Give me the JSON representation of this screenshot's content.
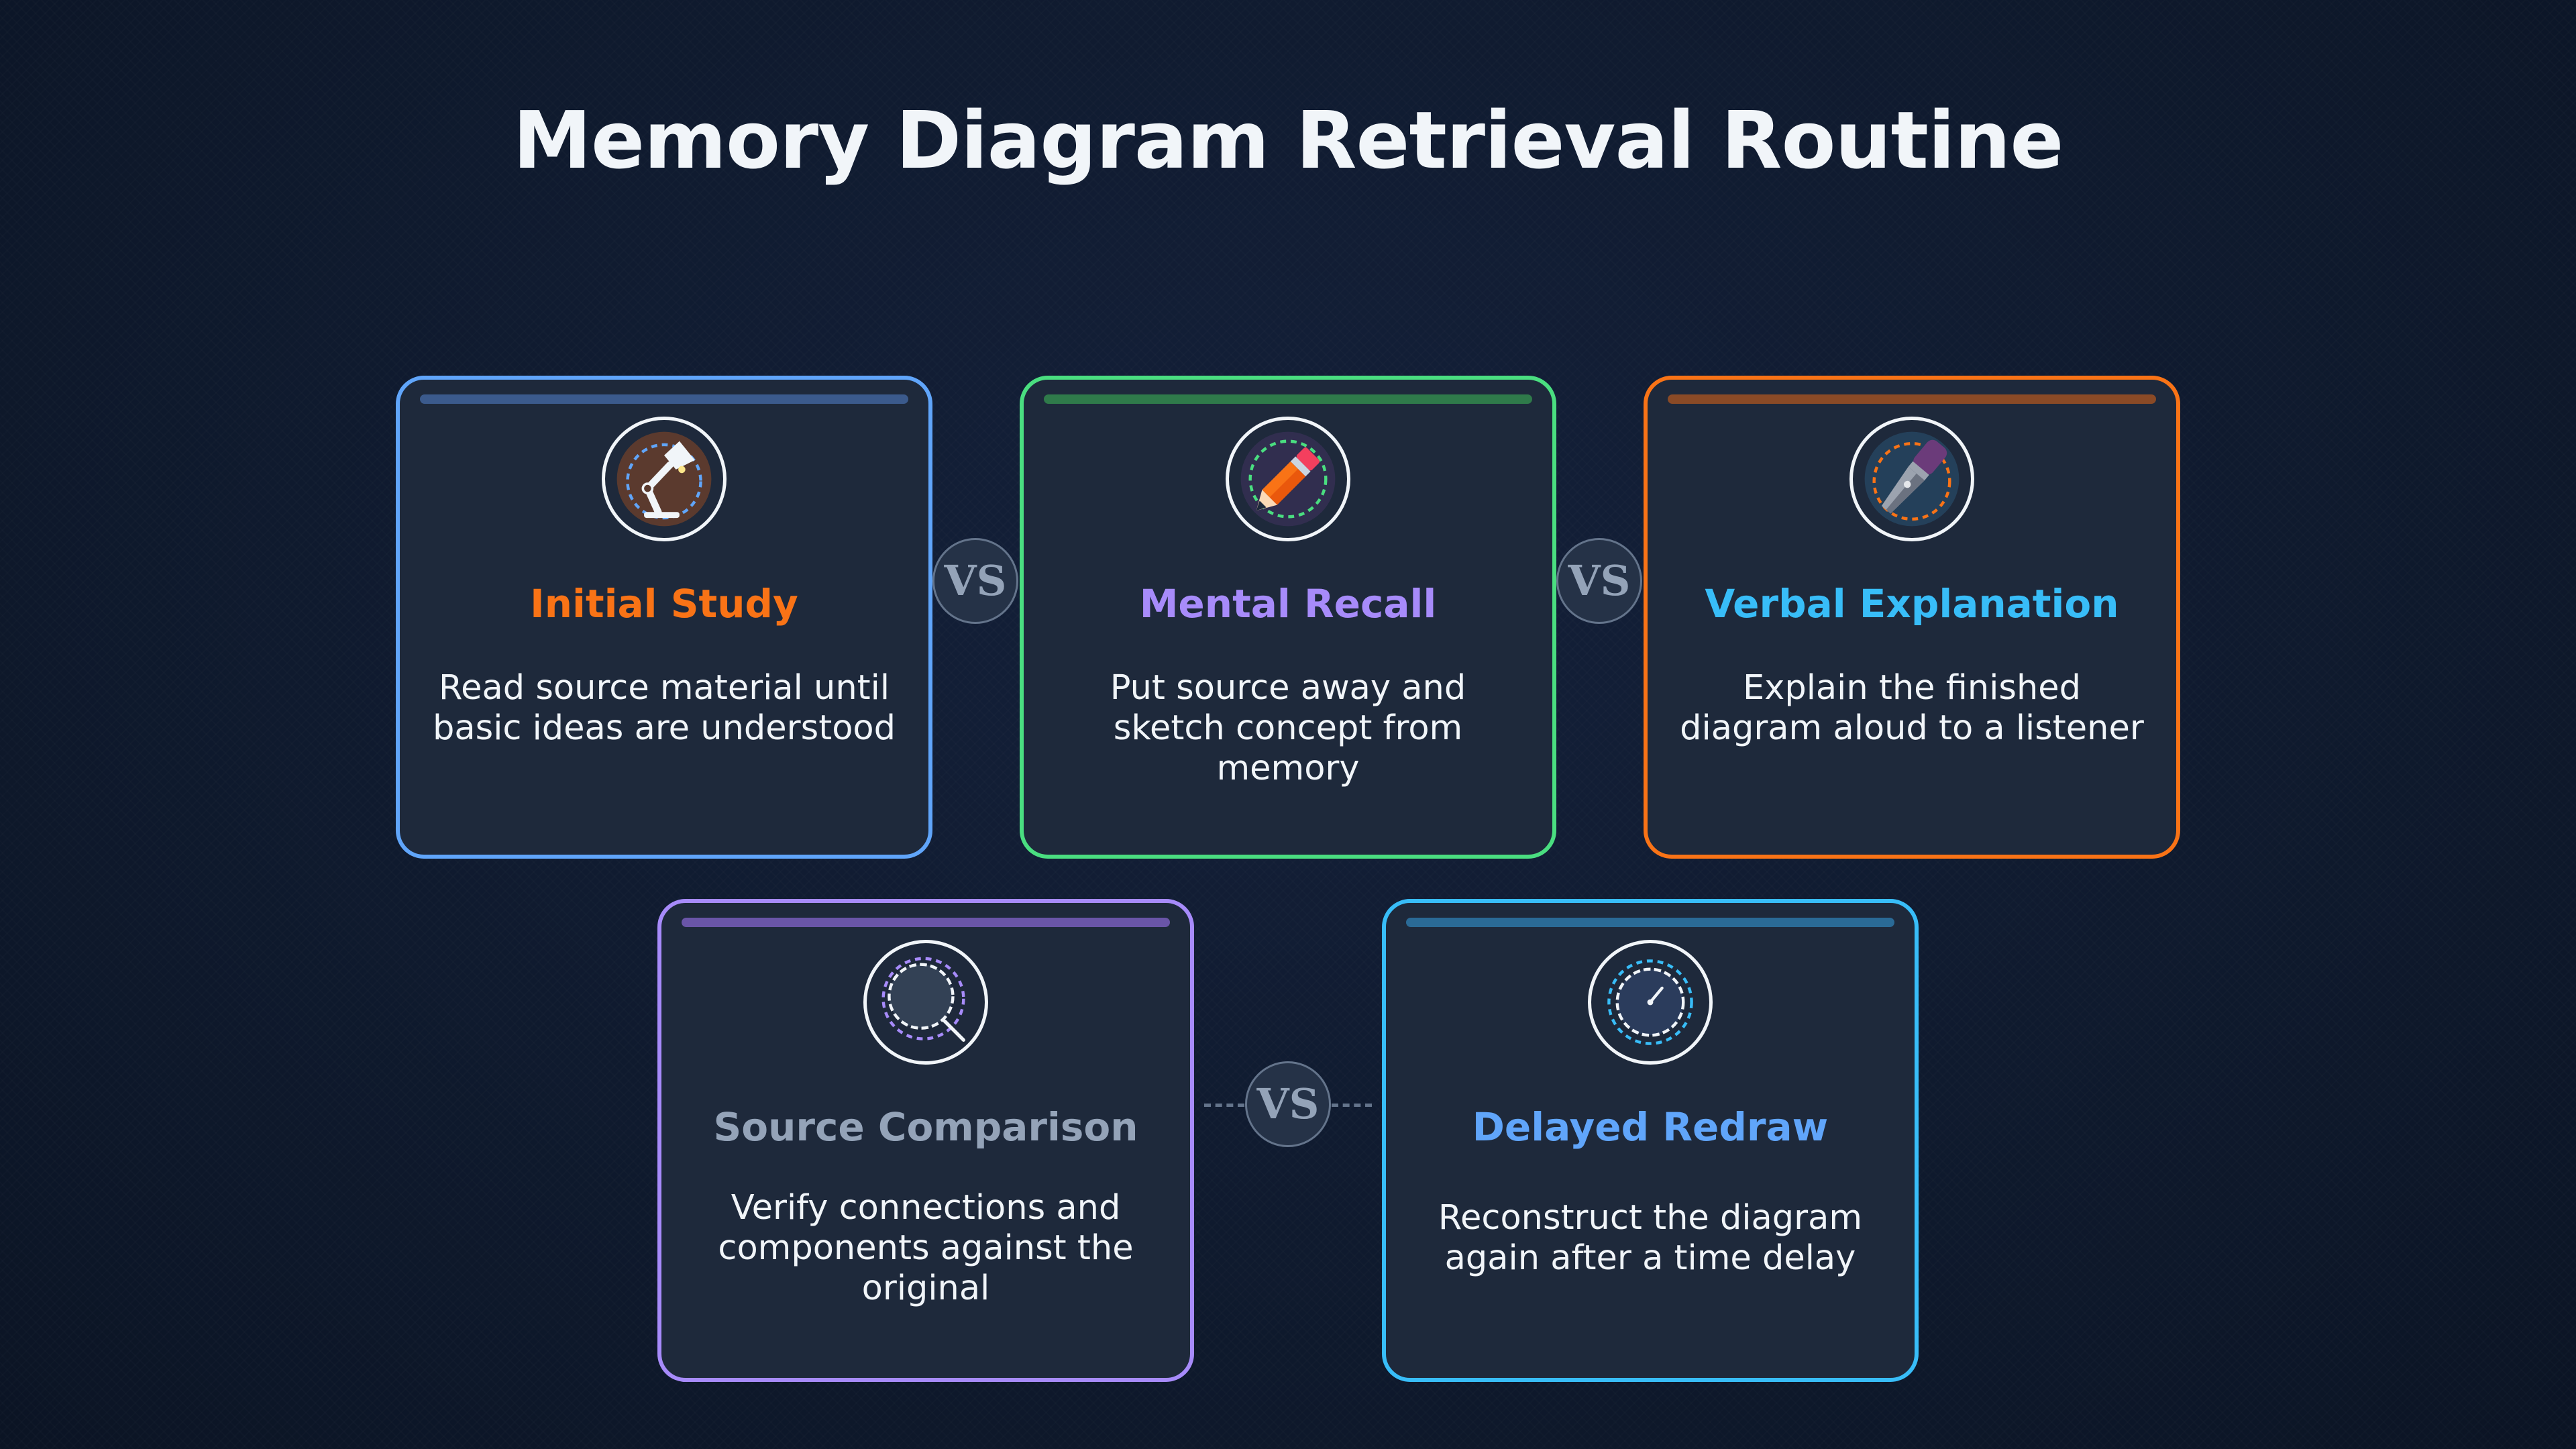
{
  "title": "Memory Diagram Retrieval Routine",
  "vs_label": "VS",
  "cards": [
    {
      "title": "Initial Study",
      "description": "Read source material until basic ideas are understood",
      "icon": "desk-lamp-icon",
      "border_color": "#60a5fa",
      "bar_color": "#3b5a8c",
      "title_color": "#f97316"
    },
    {
      "title": "Mental Recall",
      "description": "Put source away and sketch concept from memory",
      "icon": "pencil-icon",
      "border_color": "#4ade80",
      "bar_color": "#2f7a4a",
      "title_color": "#a78bfa"
    },
    {
      "title": "Verbal Explanation",
      "description": "Explain the finished diagram aloud to a listener",
      "icon": "microphone-icon",
      "border_color": "#f97316",
      "bar_color": "#8a4a26",
      "title_color": "#38bdf8"
    },
    {
      "title": "Source Comparison",
      "description": "Verify connections and components against the original",
      "icon": "magnifier-icon",
      "border_color": "#a78bfa",
      "bar_color": "#6a55a8",
      "title_color": "#94a3b8"
    },
    {
      "title": "Delayed Redraw",
      "description": "Reconstruct the diagram again after a time delay",
      "icon": "clock-icon",
      "border_color": "#38bdf8",
      "bar_color": "#2a6a96",
      "title_color": "#60a5fa"
    }
  ]
}
